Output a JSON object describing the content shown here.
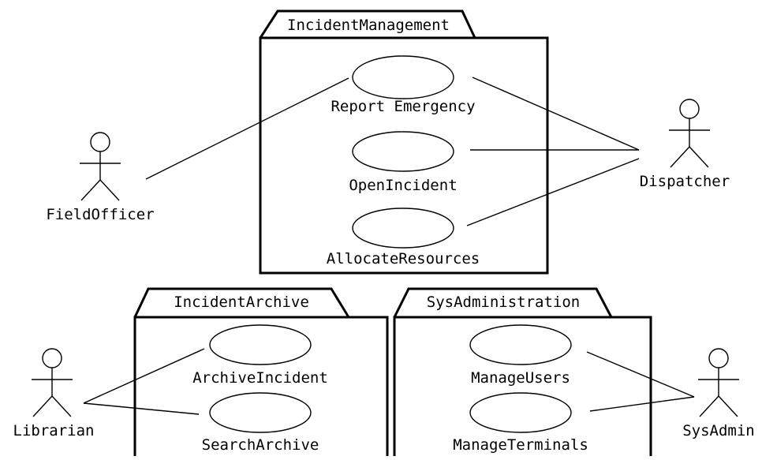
{
  "packages": {
    "incident_management": {
      "name": "IncidentManagement",
      "use_cases": [
        "Report Emergency",
        "OpenIncident",
        "AllocateResources"
      ]
    },
    "incident_archive": {
      "name": "IncidentArchive",
      "use_cases": [
        "ArchiveIncident",
        "SearchArchive"
      ]
    },
    "sys_administration": {
      "name": "SysAdministration",
      "use_cases": [
        "ManageUsers",
        "ManageTerminals"
      ]
    }
  },
  "actors": {
    "field_officer": "FieldOfficer",
    "dispatcher": "Dispatcher",
    "librarian": "Librarian",
    "sys_admin": "SysAdmin"
  }
}
